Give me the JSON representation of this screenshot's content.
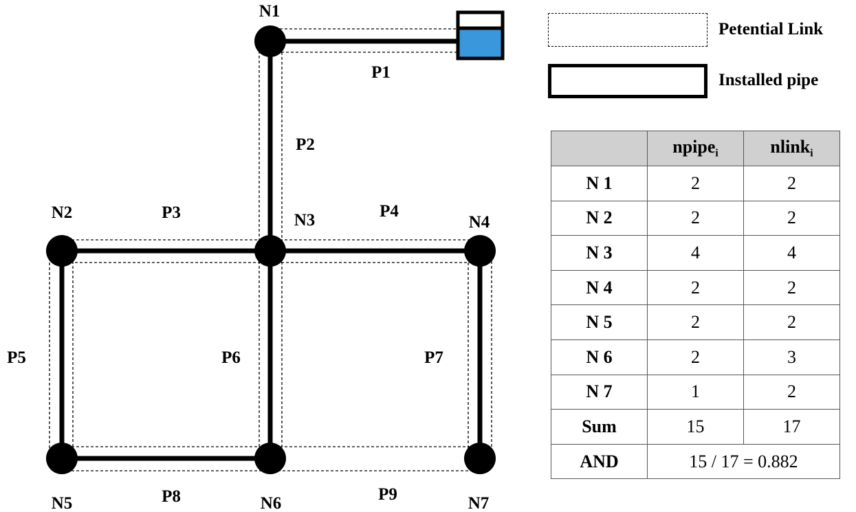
{
  "nodes": [
    "N1",
    "N2",
    "N3",
    "N4",
    "N5",
    "N6",
    "N7"
  ],
  "pipes": [
    "P1",
    "P2",
    "P3",
    "P4",
    "P5",
    "P6",
    "P7",
    "P8",
    "P9"
  ],
  "legend": {
    "potential_link": "Petential Link",
    "installed_pipe": "Installed pipe"
  },
  "table": {
    "col_npipe": "npipe",
    "col_nlink": "nlink",
    "subscript": "i",
    "rows": [
      {
        "label": "N 1",
        "npipe": "2",
        "nlink": "2"
      },
      {
        "label": "N 2",
        "npipe": "2",
        "nlink": "2"
      },
      {
        "label": "N 3",
        "npipe": "4",
        "nlink": "4"
      },
      {
        "label": "N 4",
        "npipe": "2",
        "nlink": "2"
      },
      {
        "label": "N 5",
        "npipe": "2",
        "nlink": "2"
      },
      {
        "label": "N 6",
        "npipe": "2",
        "nlink": "3"
      },
      {
        "label": "N 7",
        "npipe": "1",
        "nlink": "2"
      }
    ],
    "sum_label": "Sum",
    "sum_npipe": "15",
    "sum_nlink": "17",
    "and_label": "AND",
    "and_value": "15 / 17 = 0.882"
  },
  "colors": {
    "tank_water": "#3a97dc",
    "line": "#000000",
    "table_header_bg": "#d0d0d0"
  }
}
